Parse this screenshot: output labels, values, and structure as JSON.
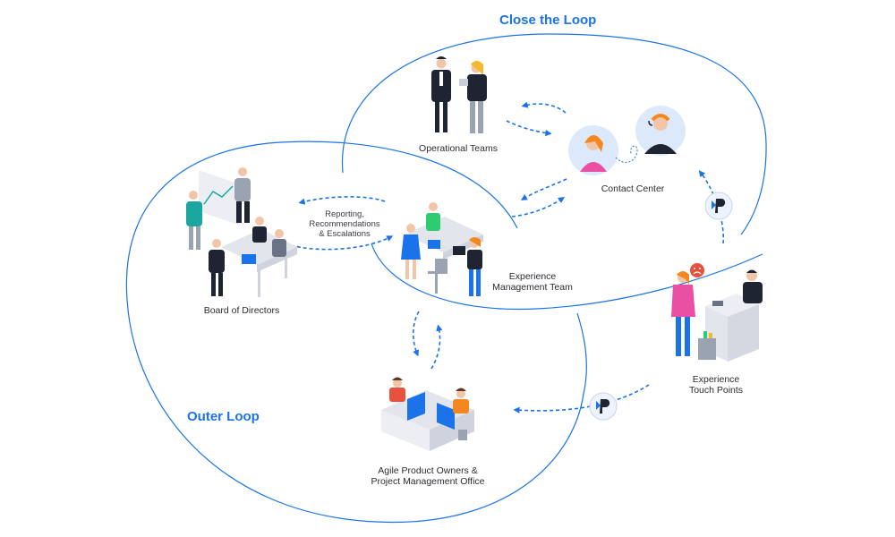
{
  "loops": {
    "close_the_loop": "Close the Loop",
    "outer_loop": "Outer Loop"
  },
  "nodes": {
    "operational_teams": "Operational Teams",
    "contact_center": "Contact Center",
    "board_of_directors": "Board of Directors",
    "experience_management_team": [
      "Experience",
      "Management Team"
    ],
    "experience_touch_points": [
      "Experience",
      "Touch Points"
    ],
    "agile_product_owners": [
      "Agile Product Owners &",
      "Project Management Office"
    ]
  },
  "flows": {
    "reporting": [
      "Reporting,",
      "Recommendations",
      "& Escalations"
    ]
  },
  "colors": {
    "loop": "#1a73e8",
    "arrow": "#1a73e8",
    "badge": "#1a73e8",
    "suit": "#1f2433",
    "pink": "#e94fa3",
    "teal": "#1aa7a0",
    "orange": "#f5871f",
    "red": "#e8513b",
    "desk": "#e3e5ec"
  },
  "icons": {
    "badge": "p-logo-icon",
    "unhappy": "frown-face-icon",
    "headset": "headset-icon"
  }
}
